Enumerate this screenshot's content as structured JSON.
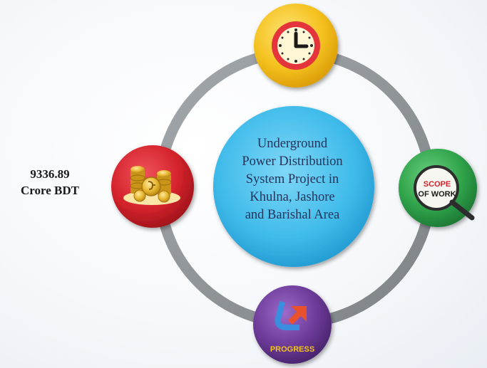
{
  "center": {
    "lines": [
      "Underground",
      "Power Distribution",
      "System Project in",
      "Khulna, Jashore",
      "and Barishal Area"
    ]
  },
  "cost": {
    "line1": "9336.89",
    "line2": "Crore BDT"
  },
  "scope_badge": {
    "line1": "SCOPE",
    "line2": "OF WORK"
  },
  "progress_badge": {
    "label": "PROGRESS"
  },
  "colors": {
    "timeline": "#f4c11e",
    "cost": "#d4232c",
    "scope": "#2fa34a",
    "progress": "#6c3a98",
    "center": "#3fbbea",
    "ring": "#8d9296"
  },
  "icons": {
    "top": "clock-icon",
    "left": "coins-icon",
    "right": "magnifier-icon",
    "bottom": "progress-arrow-icon"
  }
}
